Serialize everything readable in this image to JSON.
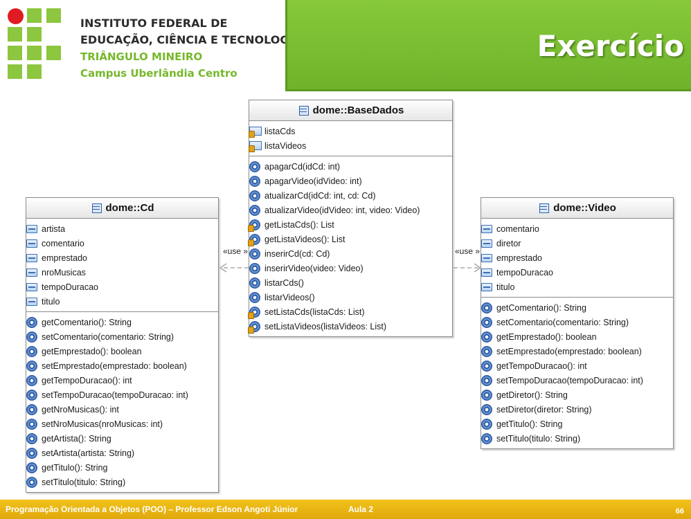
{
  "header": {
    "institution_line1": "INSTITUTO FEDERAL DE",
    "institution_line2": "EDUCAÇÃO, CIÊNCIA E TECNOLOGIA",
    "institution_line3": "TRIÂNGULO MINEIRO",
    "institution_line4": "Campus Uberlândia Centro",
    "slide_title": "Exercício",
    "colors": {
      "logo_green": "#8dc63f",
      "logo_red": "#e11b22",
      "banner_green": "#77bb2f"
    }
  },
  "diagram": {
    "base": {
      "name": "dome::BaseDados",
      "fields": [
        "listaCds",
        "listaVideos"
      ],
      "methods": [
        {
          "sig": "apagarCd(idCd: int)",
          "icon": "method-icon"
        },
        {
          "sig": "apagarVideo(idVideo: int)",
          "icon": "method-icon"
        },
        {
          "sig": "atualizarCd(idCd: int, cd: Cd)",
          "icon": "method-icon"
        },
        {
          "sig": "atualizarVideo(idVideo: int, video: Video)",
          "icon": "method-icon"
        },
        {
          "sig": "getListaCds(): List",
          "icon": "method-key-icon"
        },
        {
          "sig": "getListaVideos(): List",
          "icon": "method-key-icon"
        },
        {
          "sig": "inserirCd(cd: Cd)",
          "icon": "method-icon"
        },
        {
          "sig": "inserirVideo(video: Video)",
          "icon": "method-icon"
        },
        {
          "sig": "listarCds()",
          "icon": "method-icon"
        },
        {
          "sig": "listarVideos()",
          "icon": "method-icon"
        },
        {
          "sig": "setListaCds(listaCds: List)",
          "icon": "method-key-icon"
        },
        {
          "sig": "setListaVideos(listaVideos: List)",
          "icon": "method-key-icon"
        }
      ]
    },
    "cd": {
      "name": "dome::Cd",
      "fields": [
        "artista",
        "comentario",
        "emprestado",
        "nroMusicas",
        "tempoDuracao",
        "titulo"
      ],
      "methods": [
        "getComentario(): String",
        "setComentario(comentario: String)",
        "getEmprestado(): boolean",
        "setEmprestado(emprestado: boolean)",
        "getTempoDuracao(): int",
        "setTempoDuracao(tempoDuracao: int)",
        "getNroMusicas(): int",
        "setNroMusicas(nroMusicas: int)",
        "getArtista(): String",
        "setArtista(artista: String)",
        "getTitulo(): String",
        "setTitulo(titulo: String)"
      ]
    },
    "video": {
      "name": "dome::Video",
      "fields": [
        "comentario",
        "diretor",
        "emprestado",
        "tempoDuracao",
        "titulo"
      ],
      "methods": [
        "getComentario(): String",
        "setComentario(comentario: String)",
        "getEmprestado(): boolean",
        "setEmprestado(emprestado: boolean)",
        "getTempoDuracao(): int",
        "setTempoDuracao(tempoDuracao: int)",
        "getDiretor(): String",
        "setDiretor(diretor: String)",
        "getTitulo(): String",
        "setTitulo(titulo: String)"
      ]
    },
    "use_label": "«use »"
  },
  "footer": {
    "text": "Programação Orientada a Objetos (POO) – Professor Edson Angoti Júnior",
    "aula": "Aula 2",
    "page": "66"
  }
}
